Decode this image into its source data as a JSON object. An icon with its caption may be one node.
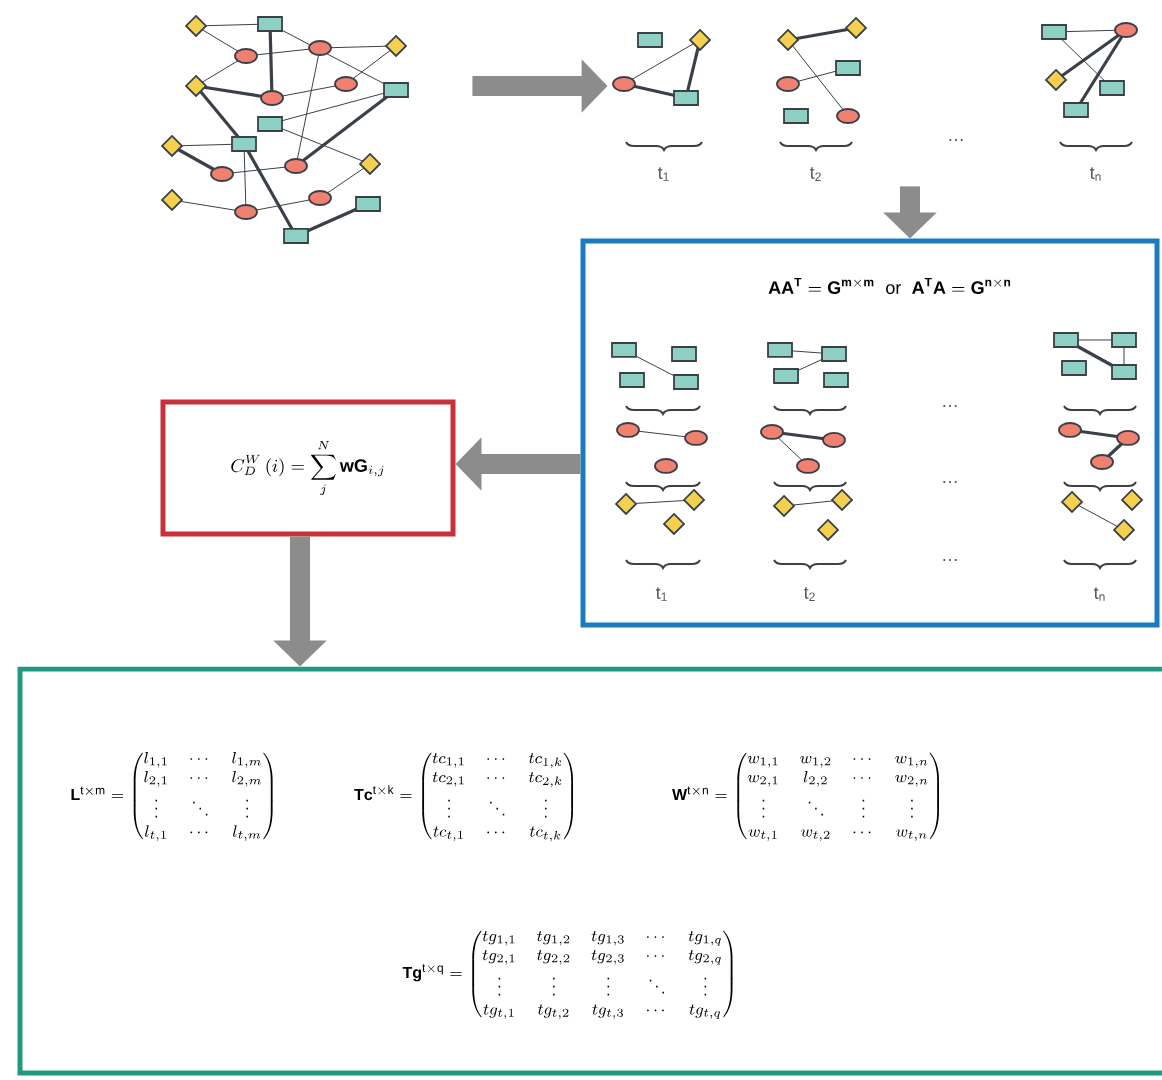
{
  "diagram": {
    "nodes": [
      {
        "text": [],
        "shape": "picture"
      },
      {
        "text": [
          "t$_{1}$",
          "t$_{2}$",
          "…",
          "t$_{n}$"
        ]
      },
      {
        "text": [
          "\\mathbf{AA^{T}}=\\mathbf{G^{m\\times m}}\\;\\;\\mathrm{or}\\;\\;\\mathbf{A^{T}A}=\\mathbf{G^{n\\times n}}",
          "…",
          "…",
          "…",
          "t$_{1}$",
          "t$_{2}$",
          "t$_{n}$"
        ]
      },
      {
        "text": [
          "C_{D}^{W}\\left(i\\right)=\\sum_{j}^{N}\\mathbf{w}\\mathbf{G}_{i,j}"
        ]
      },
      {
        "text": [
          "\\mathbf{L}^{\\mathrm{t\\times m}}=\\begin{pmatrix}l_{1,1}&\\cdots&l_{1,m}\\\\l_{2,1}&\\cdots&l_{2,m}\\\\\\vdots&\\ddots&\\vdots\\\\l_{t,1}&\\cdots&l_{t,m}\\end{pmatrix}",
          "\\mathbf{Tc}^{\\mathrm{t\\times k}}=\\begin{pmatrix}tc_{1,1}&\\cdots&tc_{1,k}\\\\tc_{2,1}&\\cdots&tc_{2,k}\\\\\\vdots&\\ddots&\\vdots\\\\tc_{t,1}&\\cdots&tc_{t,k}\\end{pmatrix}",
          "\\mathbf{W}^{\\mathrm{t\\times n}}=\\begin{pmatrix}w_{1,1}&w_{1,2}&\\cdots&w_{1,n}\\\\w_{2,1}&l_{2,2}&\\cdots&w_{2,n}\\\\\\vdots&\\ddots&\\vdots&\\vdots\\\\w_{t,1}&w_{t,2}&\\cdots&w_{t,n}\\end{pmatrix}",
          "\\mathbf{Tg}^{\\mathrm{t\\times q}}=\\begin{pmatrix}tg_{1,1}&tg_{1,2}&tg_{1,3}&\\cdots&tg_{1,q}\\\\tg_{2,1}&tg_{2,2}&tg_{2,3}&\\cdots&tg_{2,q}\\\\\\vdots&\\vdots&\\vdots&\\ddots&\\vdots\\\\tg_{t,1}&tg_{t,2}&tg_{t,3}&\\cdots&tg_{t,q}\\end{pmatrix}"
        ]
      }
    ],
    "edges": [
      {
        "from": 0,
        "to": 1,
        "arrow": "to"
      },
      {
        "from": 1,
        "to": 2,
        "arrow": "to"
      },
      {
        "from": 2,
        "to": 3,
        "arrow": "to"
      },
      {
        "from": 3,
        "to": 4,
        "arrow": "to"
      }
    ]
  }
}
